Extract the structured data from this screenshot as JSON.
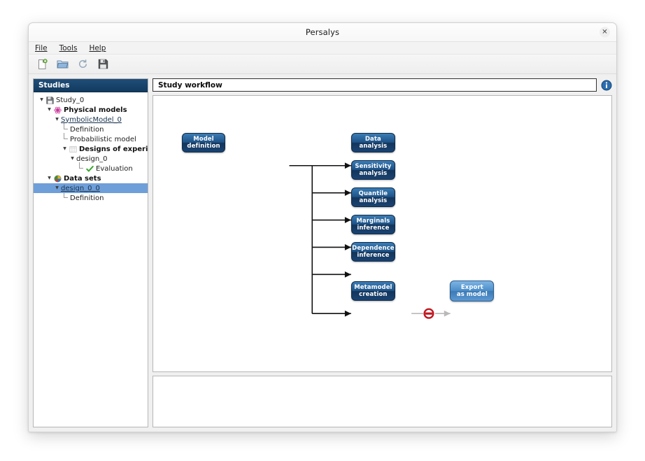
{
  "window": {
    "title": "Persalys",
    "close_label": "✕"
  },
  "menubar": {
    "items": [
      {
        "label": "File",
        "accel": "F"
      },
      {
        "label": "Tools",
        "accel": "T"
      },
      {
        "label": "Help",
        "accel": "H"
      }
    ]
  },
  "toolbar": {
    "buttons": [
      {
        "name": "new-study-icon",
        "tooltip": "New study"
      },
      {
        "name": "open-study-icon",
        "tooltip": "Open study"
      },
      {
        "name": "reload-study-icon",
        "tooltip": "Reload study"
      },
      {
        "name": "save-study-icon",
        "tooltip": "Save study"
      }
    ]
  },
  "sidebar": {
    "header": "Studies",
    "items": [
      {
        "label": "Study_0",
        "depth": 0,
        "icon": "save-disk-icon",
        "expanded": true,
        "style": "plain",
        "selected": false,
        "elbow": false
      },
      {
        "label": "Physical models",
        "depth": 1,
        "icon": "atom-icon",
        "expanded": true,
        "style": "bold",
        "selected": false,
        "elbow": false
      },
      {
        "label": "SymbolicModel_0",
        "depth": 2,
        "icon": "none",
        "expanded": true,
        "style": "link",
        "selected": false,
        "elbow": false
      },
      {
        "label": "Definition",
        "depth": 3,
        "icon": "none",
        "expanded": null,
        "style": "plain",
        "selected": false,
        "elbow": true
      },
      {
        "label": "Probabilistic model",
        "depth": 3,
        "icon": "none",
        "expanded": null,
        "style": "plain",
        "selected": false,
        "elbow": true
      },
      {
        "label": "Designs of experim…",
        "depth": 3,
        "icon": "grid-table-icon",
        "expanded": true,
        "style": "bold",
        "selected": false,
        "elbow": false
      },
      {
        "label": "design_0",
        "depth": 4,
        "icon": "none",
        "expanded": true,
        "style": "plain",
        "selected": false,
        "elbow": false
      },
      {
        "label": "Evaluation",
        "depth": 5,
        "icon": "green-check-icon",
        "expanded": null,
        "style": "plain",
        "selected": false,
        "elbow": true
      },
      {
        "label": "Data sets",
        "depth": 1,
        "icon": "color-sphere-icon",
        "expanded": true,
        "style": "bold",
        "selected": false,
        "elbow": false
      },
      {
        "label": "design_0_0",
        "depth": 2,
        "icon": "none",
        "expanded": true,
        "style": "link",
        "selected": true,
        "elbow": false
      },
      {
        "label": "Definition",
        "depth": 3,
        "icon": "none",
        "expanded": null,
        "style": "plain",
        "selected": false,
        "elbow": true
      }
    ]
  },
  "workflow": {
    "title": "Study workflow",
    "info_icon": "info-circle-icon",
    "nodes": [
      {
        "id": "model-definition",
        "line1": "Model",
        "line2": "definition",
        "state": "enabled"
      },
      {
        "id": "data-analysis",
        "line1": "Data",
        "line2": "analysis",
        "state": "enabled"
      },
      {
        "id": "sensitivity-analysis",
        "line1": "Sensitivity",
        "line2": "analysis",
        "state": "enabled"
      },
      {
        "id": "quantile-analysis",
        "line1": "Quantile",
        "line2": "analysis",
        "state": "enabled"
      },
      {
        "id": "marginals-inference",
        "line1": "Marginals",
        "line2": "inference",
        "state": "enabled"
      },
      {
        "id": "dependence-inference",
        "line1": "Dependence",
        "line2": "inference",
        "state": "enabled"
      },
      {
        "id": "metamodel-creation",
        "line1": "Metamodel",
        "line2": "creation",
        "state": "enabled"
      },
      {
        "id": "export-as-model",
        "line1": "Export",
        "line2": "as model",
        "state": "disabled"
      }
    ],
    "blocked_marker": "blocked-red-circle-icon"
  },
  "colors": {
    "accent": "#1f4e79",
    "node_enabled": "#1d5287",
    "node_disabled": "#4d8ec9",
    "selection": "#6f9fd8",
    "blocked": "#c01820"
  }
}
